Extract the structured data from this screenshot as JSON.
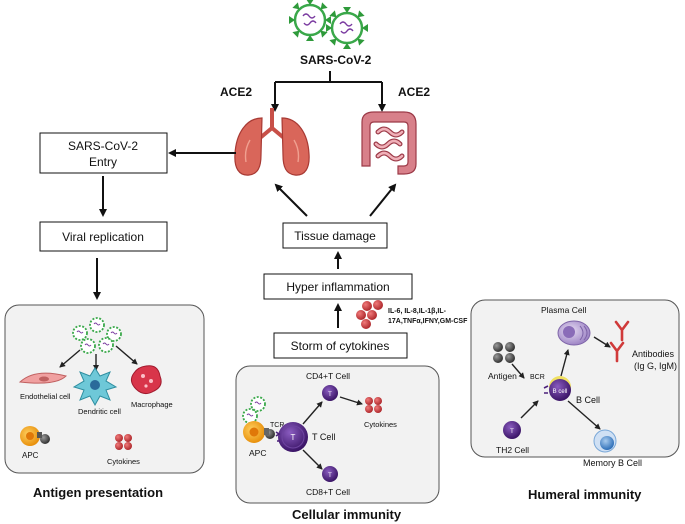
{
  "top": {
    "virus_label": "SARS-CoV-2",
    "receptor_left": "ACE2",
    "receptor_right": "ACE2"
  },
  "flow": {
    "entry_line1": "SARS-CoV-2",
    "entry_line2": "Entry",
    "replication": "Viral replication",
    "tissue_damage": "Tissue damage",
    "hyper_inflammation": "Hyper inflammation",
    "storm": "Storm of cytokines",
    "cytokines_list_line1": "IL-6, IL-8,IL-1β,IL-",
    "cytokines_list_line2": "17A,TNFα,IFNY,GM-CSF"
  },
  "antigen_panel": {
    "title": "Antigen presentation",
    "endothelial": "Endothelial cell",
    "dendritic": "Dendritic cell",
    "macrophage": "Macrophage",
    "apc": "APC",
    "cytokines": "Cytokines"
  },
  "cellular_panel": {
    "title": "Cellular immunity",
    "cd4": "CD4+T Cell",
    "cytokines": "Cytokines",
    "tcr": "TCR",
    "tcell": "T Cell",
    "apc": "APC",
    "cd8": "CD8+T Cell",
    "t_letter": "T"
  },
  "humoral_panel": {
    "title": "Humeral immunity",
    "plasma": "Plasma Cell",
    "antigen": "Antigen",
    "bcr": "BCR",
    "bcell_inner": "B cell",
    "bcell": "B Cell",
    "antibodies_line1": "Antibodies",
    "antibodies_line2": "(Ig G, IgM)",
    "th2": "TH2 Cell",
    "memory": "Memory B Cell",
    "t_letter": "T"
  },
  "colors": {
    "virus_green": "#3aa84a",
    "virus_spike": "#2e9a3a",
    "lung": "#d9665a",
    "intestine": "#d8808a",
    "tcell": "#4b1f7a",
    "cytokine": "#c9353a",
    "apc": "#f0a020",
    "antibody": "#d03a3a",
    "memory_cell": "#2e6fb8"
  }
}
